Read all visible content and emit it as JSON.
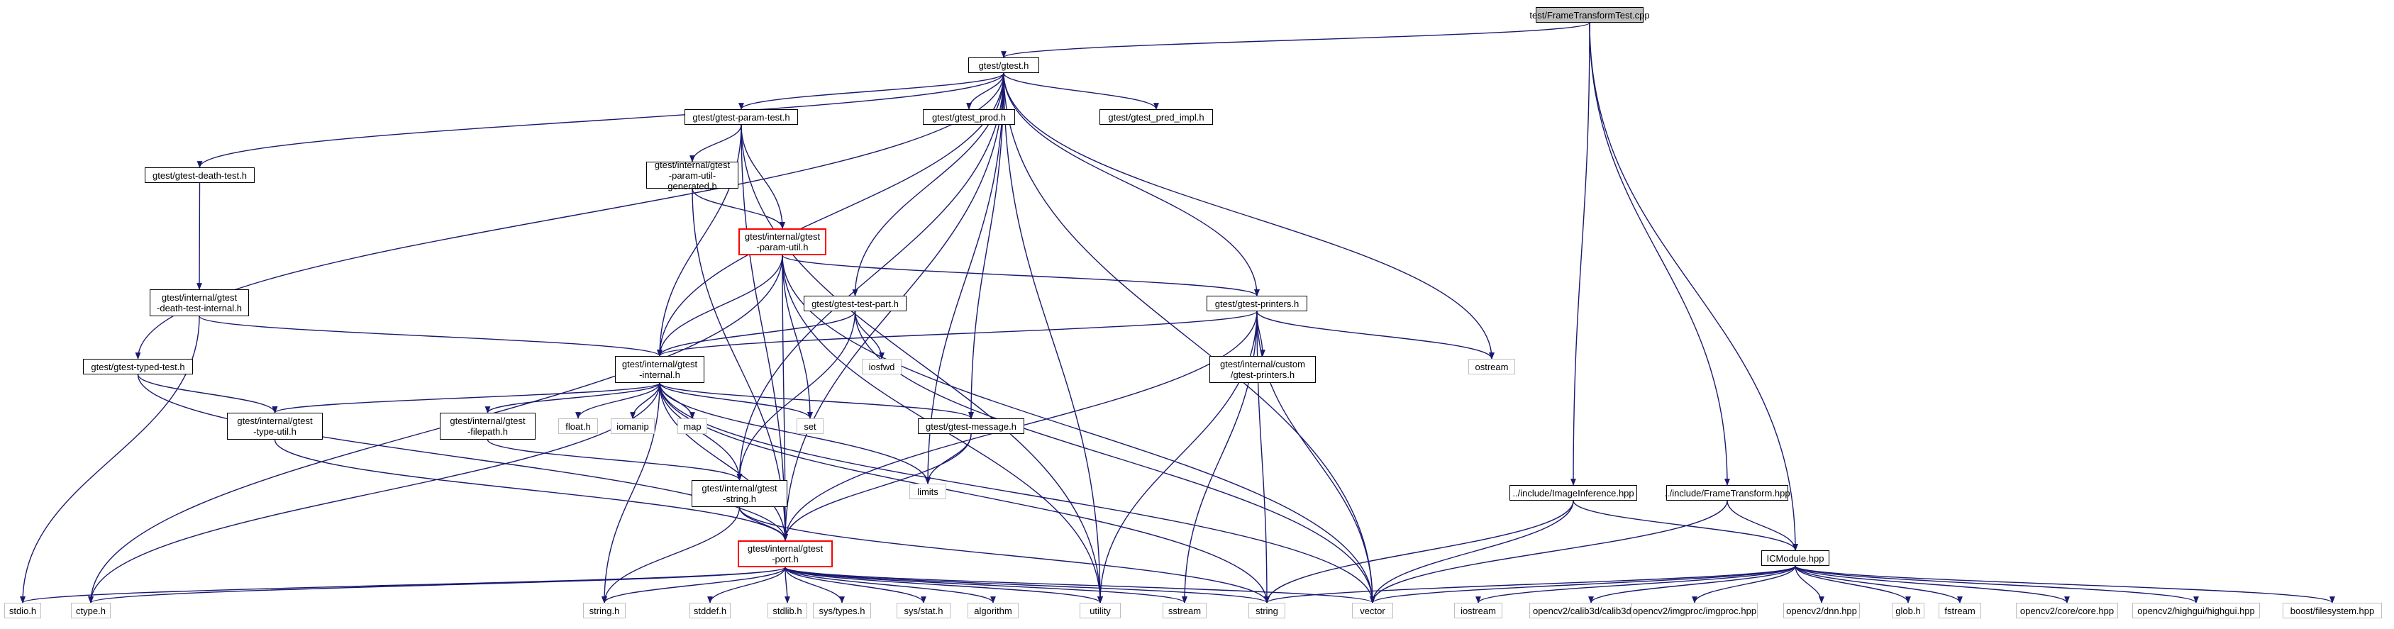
{
  "colors": {
    "edge": "#191970",
    "node_border": "#000000",
    "external_border": "#bfbfbf",
    "incomplete_border": "#ff0000",
    "root_fill": "#bfbfbf",
    "text": "#000000"
  },
  "nodes": [
    {
      "id": "root",
      "label": "test/FrameTransformTest.cpp",
      "kind": "root"
    },
    {
      "id": "gtest",
      "label": "gtest/gtest.h",
      "kind": "documented"
    },
    {
      "id": "param_test",
      "label": "gtest/gtest-param-test.h",
      "kind": "documented"
    },
    {
      "id": "prod",
      "label": "gtest/gtest_prod.h",
      "kind": "documented"
    },
    {
      "id": "pred_impl",
      "label": "gtest/gtest_pred_impl.h",
      "kind": "documented"
    },
    {
      "id": "death_test",
      "label": "gtest/gtest-death-test.h",
      "kind": "documented"
    },
    {
      "id": "param_util_gen",
      "label": "gtest/internal/gtest\n-param-util-generated.h",
      "kind": "documented"
    },
    {
      "id": "param_util",
      "label": "gtest/internal/gtest\n-param-util.h",
      "kind": "incomplete"
    },
    {
      "id": "death_internal",
      "label": "gtest/internal/gtest\n-death-test-internal.h",
      "kind": "documented"
    },
    {
      "id": "test_part",
      "label": "gtest/gtest-test-part.h",
      "kind": "documented"
    },
    {
      "id": "printers",
      "label": "gtest/gtest-printers.h",
      "kind": "documented"
    },
    {
      "id": "typed_test",
      "label": "gtest/gtest-typed-test.h",
      "kind": "documented"
    },
    {
      "id": "internal",
      "label": "gtest/internal/gtest\n-internal.h",
      "kind": "documented"
    },
    {
      "id": "custom_printers",
      "label": "gtest/internal/custom\n/gtest-printers.h",
      "kind": "documented"
    },
    {
      "id": "ostream",
      "label": "ostream",
      "kind": "external"
    },
    {
      "id": "iosfwd",
      "label": "iosfwd",
      "kind": "external"
    },
    {
      "id": "type_util",
      "label": "gtest/internal/gtest\n-type-util.h",
      "kind": "documented"
    },
    {
      "id": "filepath",
      "label": "gtest/internal/gtest\n-filepath.h",
      "kind": "documented"
    },
    {
      "id": "float_h",
      "label": "float.h",
      "kind": "external"
    },
    {
      "id": "iomanip",
      "label": "iomanip",
      "kind": "external"
    },
    {
      "id": "map",
      "label": "map",
      "kind": "external"
    },
    {
      "id": "set",
      "label": "set",
      "kind": "external"
    },
    {
      "id": "message",
      "label": "gtest/gtest-message.h",
      "kind": "documented"
    },
    {
      "id": "limits",
      "label": "limits",
      "kind": "external"
    },
    {
      "id": "string_h_gt",
      "label": "gtest/internal/gtest\n-string.h",
      "kind": "documented"
    },
    {
      "id": "image_inference",
      "label": "../include/ImageInference.hpp",
      "kind": "documented"
    },
    {
      "id": "frame_transform",
      "label": "../include/FrameTransform.hpp",
      "kind": "documented"
    },
    {
      "id": "port",
      "label": "gtest/internal/gtest\n-port.h",
      "kind": "incomplete"
    },
    {
      "id": "icmodule",
      "label": "ICModule.hpp",
      "kind": "documented"
    },
    {
      "id": "stdio",
      "label": "stdio.h",
      "kind": "external"
    },
    {
      "id": "ctype",
      "label": "ctype.h",
      "kind": "external"
    },
    {
      "id": "string_h",
      "label": "string.h",
      "kind": "external"
    },
    {
      "id": "stddef",
      "label": "stddef.h",
      "kind": "external"
    },
    {
      "id": "stdlib",
      "label": "stdlib.h",
      "kind": "external"
    },
    {
      "id": "sys_types",
      "label": "sys/types.h",
      "kind": "external"
    },
    {
      "id": "sys_stat",
      "label": "sys/stat.h",
      "kind": "external"
    },
    {
      "id": "algorithm",
      "label": "algorithm",
      "kind": "external"
    },
    {
      "id": "utility",
      "label": "utility",
      "kind": "external"
    },
    {
      "id": "sstream",
      "label": "sstream",
      "kind": "external"
    },
    {
      "id": "string",
      "label": "string",
      "kind": "external"
    },
    {
      "id": "vector",
      "label": "vector",
      "kind": "external"
    },
    {
      "id": "iostream",
      "label": "iostream",
      "kind": "external"
    },
    {
      "id": "calib3d",
      "label": "opencv2/calib3d/calib3d.hpp",
      "kind": "external"
    },
    {
      "id": "imgproc",
      "label": "opencv2/imgproc/imgproc.hpp",
      "kind": "external"
    },
    {
      "id": "dnn",
      "label": "opencv2/dnn.hpp",
      "kind": "external"
    },
    {
      "id": "glob",
      "label": "glob.h",
      "kind": "external"
    },
    {
      "id": "fstream",
      "label": "fstream",
      "kind": "external"
    },
    {
      "id": "core",
      "label": "opencv2/core/core.hpp",
      "kind": "external"
    },
    {
      "id": "highgui",
      "label": "opencv2/highgui/highgui.hpp",
      "kind": "external"
    },
    {
      "id": "filesystem",
      "label": "boost/filesystem.hpp",
      "kind": "external"
    }
  ],
  "edges": [
    [
      "root",
      "gtest"
    ],
    [
      "root",
      "image_inference"
    ],
    [
      "root",
      "frame_transform"
    ],
    [
      "root",
      "icmodule"
    ],
    [
      "gtest",
      "param_test"
    ],
    [
      "gtest",
      "prod"
    ],
    [
      "gtest",
      "pred_impl"
    ],
    [
      "gtest",
      "death_test"
    ],
    [
      "gtest",
      "typed_test"
    ],
    [
      "gtest",
      "test_part"
    ],
    [
      "gtest",
      "printers"
    ],
    [
      "gtest",
      "message"
    ],
    [
      "gtest",
      "internal"
    ],
    [
      "gtest",
      "string_h_gt"
    ],
    [
      "gtest",
      "ostream"
    ],
    [
      "gtest",
      "limits"
    ],
    [
      "gtest",
      "vector"
    ],
    [
      "gtest",
      "port"
    ],
    [
      "gtest",
      "utility"
    ],
    [
      "param_test",
      "param_util_gen"
    ],
    [
      "param_test",
      "param_util"
    ],
    [
      "param_test",
      "internal"
    ],
    [
      "param_test",
      "port"
    ],
    [
      "param_test",
      "utility"
    ],
    [
      "param_util_gen",
      "param_util"
    ],
    [
      "param_util_gen",
      "port"
    ],
    [
      "param_util",
      "internal"
    ],
    [
      "param_util",
      "printers"
    ],
    [
      "param_util",
      "set"
    ],
    [
      "param_util",
      "ctype"
    ],
    [
      "param_util",
      "port"
    ],
    [
      "param_util",
      "utility"
    ],
    [
      "param_util",
      "vector"
    ],
    [
      "death_test",
      "death_internal"
    ],
    [
      "death_internal",
      "internal"
    ],
    [
      "death_internal",
      "stdio"
    ],
    [
      "typed_test",
      "type_util"
    ],
    [
      "typed_test",
      "port"
    ],
    [
      "test_part",
      "internal"
    ],
    [
      "test_part",
      "iosfwd"
    ],
    [
      "test_part",
      "string_h_gt"
    ],
    [
      "test_part",
      "vector"
    ],
    [
      "printers",
      "internal"
    ],
    [
      "printers",
      "custom_printers"
    ],
    [
      "printers",
      "ostream"
    ],
    [
      "printers",
      "port"
    ],
    [
      "printers",
      "sstream"
    ],
    [
      "printers",
      "string"
    ],
    [
      "printers",
      "utility"
    ],
    [
      "printers",
      "vector"
    ],
    [
      "internal",
      "type_util"
    ],
    [
      "internal",
      "filepath"
    ],
    [
      "internal",
      "float_h"
    ],
    [
      "internal",
      "iomanip"
    ],
    [
      "internal",
      "map"
    ],
    [
      "internal",
      "set"
    ],
    [
      "internal",
      "message"
    ],
    [
      "internal",
      "limits"
    ],
    [
      "internal",
      "string_h_gt"
    ],
    [
      "internal",
      "port"
    ],
    [
      "internal",
      "ctype"
    ],
    [
      "internal",
      "string_h"
    ],
    [
      "internal",
      "string"
    ],
    [
      "internal",
      "vector"
    ],
    [
      "type_util",
      "port"
    ],
    [
      "filepath",
      "string_h_gt"
    ],
    [
      "message",
      "limits"
    ],
    [
      "message",
      "port"
    ],
    [
      "string_h_gt",
      "port"
    ],
    [
      "string_h_gt",
      "string_h"
    ],
    [
      "string_h_gt",
      "string"
    ],
    [
      "port",
      "stdio"
    ],
    [
      "port",
      "ctype"
    ],
    [
      "port",
      "string_h"
    ],
    [
      "port",
      "stddef"
    ],
    [
      "port",
      "stdlib"
    ],
    [
      "port",
      "sys_types"
    ],
    [
      "port",
      "sys_stat"
    ],
    [
      "port",
      "algorithm"
    ],
    [
      "port",
      "utility"
    ],
    [
      "port",
      "sstream"
    ],
    [
      "port",
      "string"
    ],
    [
      "port",
      "vector"
    ],
    [
      "image_inference",
      "icmodule"
    ],
    [
      "image_inference",
      "string"
    ],
    [
      "image_inference",
      "vector"
    ],
    [
      "frame_transform",
      "icmodule"
    ],
    [
      "frame_transform",
      "vector"
    ],
    [
      "icmodule",
      "string"
    ],
    [
      "icmodule",
      "vector"
    ],
    [
      "icmodule",
      "iostream"
    ],
    [
      "icmodule",
      "calib3d"
    ],
    [
      "icmodule",
      "imgproc"
    ],
    [
      "icmodule",
      "dnn"
    ],
    [
      "icmodule",
      "glob"
    ],
    [
      "icmodule",
      "fstream"
    ],
    [
      "icmodule",
      "core"
    ],
    [
      "icmodule",
      "highgui"
    ],
    [
      "icmodule",
      "filesystem"
    ]
  ]
}
